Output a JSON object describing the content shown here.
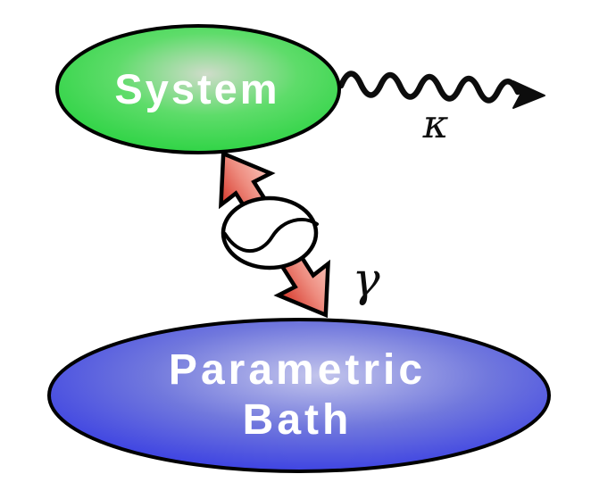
{
  "figure": {
    "title": "system-parametric-bath-coupling-diagram",
    "background_color": "#ffffff",
    "outline_color": "#000000",
    "system_node": {
      "label": "System",
      "text_color": "#ffffff",
      "gradient": {
        "inner": "#cfdcca",
        "mid": "#5edc6a",
        "edge": "#21d13a"
      }
    },
    "bath_node": {
      "label_line1": "Parametric",
      "label_line2": "Bath",
      "text_color": "#ffffff",
      "gradient": {
        "inner": "#c3c5ec",
        "mid": "#7178dd",
        "edge": "#2a2fe4"
      }
    },
    "decay_channel": {
      "symbol": "κ",
      "meaning": "wavy-decay-arrow",
      "color": "#0d0d0d"
    },
    "coupling_channel": {
      "symbol": "γ",
      "meaning": "double-headed-coupling-arrow",
      "oscillator": "ac-source-sine-symbol",
      "arrow_gradient": {
        "dark": "#d63427",
        "mid": "#ee8d80",
        "light": "#f8c4ba"
      }
    }
  }
}
